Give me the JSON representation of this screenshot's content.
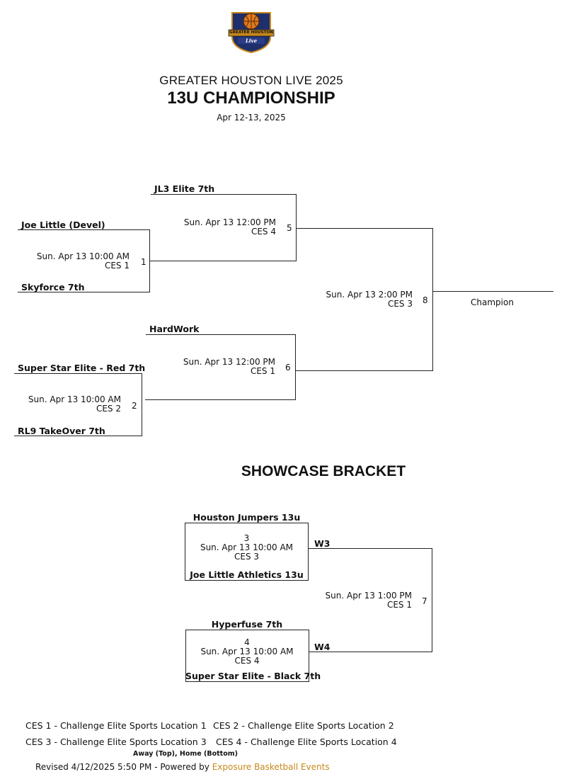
{
  "header": {
    "event": "GREATER HOUSTON LIVE 2025",
    "division": "13U CHAMPIONSHIP",
    "dates": "Apr 12-13, 2025",
    "logo_text_top": "GREATER HOUSTON",
    "logo_text_bottom": "Live"
  },
  "championship": {
    "game1": {
      "number": "1",
      "away": "Joe Little (Devel)",
      "home": "Skyforce 7th",
      "time": "Sun. Apr 13 10:00 AM",
      "court": "CES 1"
    },
    "game2": {
      "number": "2",
      "away": "Super Star Elite - Red 7th",
      "home": "RL9 TakeOver 7th",
      "time": "Sun. Apr 13 10:00 AM",
      "court": "CES 2"
    },
    "game5": {
      "number": "5",
      "away": "JL3 Elite 7th",
      "time": "Sun. Apr 13 12:00 PM",
      "court": "CES 4"
    },
    "game6": {
      "number": "6",
      "away": "HardWork",
      "time": "Sun. Apr 13 12:00 PM",
      "court": "CES 1"
    },
    "game8": {
      "number": "8",
      "time": "Sun. Apr 13 2:00 PM",
      "court": "CES 3"
    },
    "champion_label": "Champion"
  },
  "showcase": {
    "title": "SHOWCASE BRACKET",
    "game3": {
      "number": "3",
      "away": "Houston Jumpers 13u",
      "home": "Joe Little Athletics 13u",
      "time": "Sun. Apr 13 10:00 AM",
      "court": "CES 3",
      "winner_label": "W3"
    },
    "game4": {
      "number": "4",
      "away": "Hyperfuse 7th",
      "home": "Super Star Elite - Black 7th",
      "time": "Sun. Apr 13 10:00 AM",
      "court": "CES 4",
      "winner_label": "W4"
    },
    "game7": {
      "number": "7",
      "time": "Sun. Apr 13 1:00 PM",
      "court": "CES 1"
    }
  },
  "footer": {
    "legend1": "CES 1 - Challenge Elite Sports Location 1",
    "legend2": "CES 2 - Challenge Elite Sports Location 2",
    "legend3": "CES 3 - Challenge Elite Sports Location 3",
    "legend4": "CES 4 - Challenge Elite Sports Location 4",
    "note": "Away (Top), Home (Bottom)",
    "revised": "Revised 4/12/2025 5:50 PM - Powered by ",
    "powered_by": "Exposure Basketball Events",
    "brand_color": "#c8881a"
  }
}
